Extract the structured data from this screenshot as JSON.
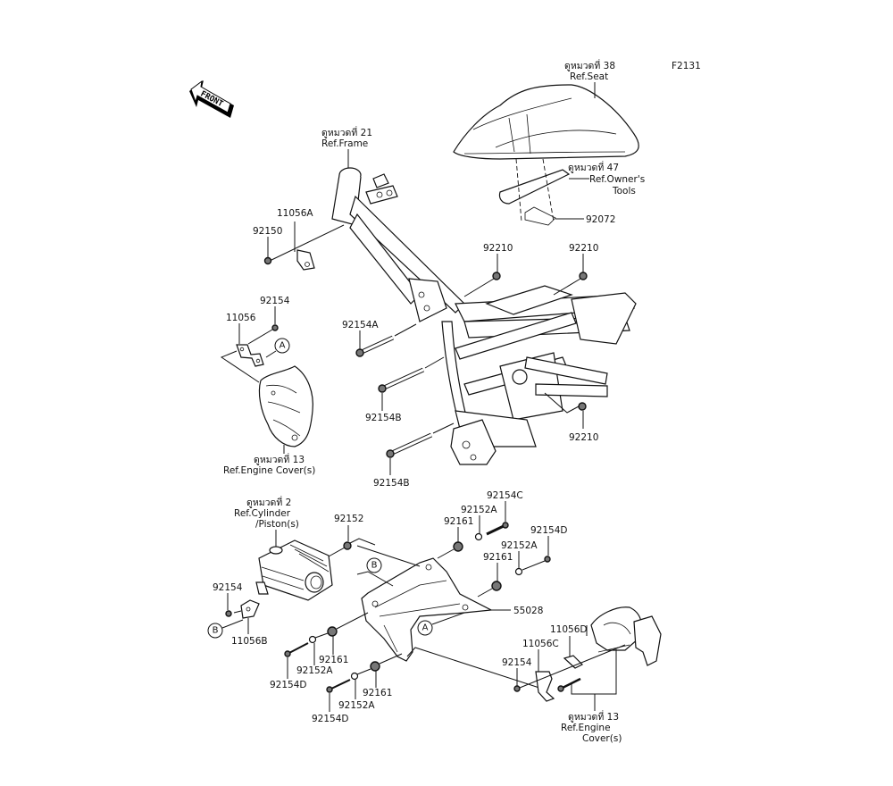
{
  "diagram": {
    "figure_code": "F2131",
    "front_arrow_label": "FRONT",
    "references": {
      "seat": {
        "thai": "ดูหมวดที่ 38",
        "ref": "Ref.Seat"
      },
      "frame": {
        "thai": "ดูหมวดที่ 21",
        "ref": "Ref.Frame"
      },
      "owners_tools": {
        "thai": "ดูหมวดที่ 47",
        "ref": "Ref.Owner's",
        "ref2": "Tools"
      },
      "engine_cover_left": {
        "thai": "ดูหมวดที่ 13",
        "ref": "Ref.Engine Cover(s)"
      },
      "cylinder": {
        "thai": "ดูหมวดที่ 2",
        "ref": "Ref.Cylinder",
        "ref2": "/Piston(s)"
      },
      "engine_cover_right": {
        "thai": "ดูหมวดที่ 13",
        "ref": "Ref.Engine",
        "ref2": "Cover(s)"
      }
    },
    "callouts": {
      "a": "A",
      "b": "B"
    },
    "parts": {
      "p92072": "92072",
      "p11056A": "11056A",
      "p92150": "92150",
      "p92210_a": "92210",
      "p92210_b": "92210",
      "p92210_c": "92210",
      "p92154_top": "92154",
      "p11056": "11056",
      "p92154A": "92154A",
      "p92154B_a": "92154B",
      "p92154B_b": "92154B",
      "p92152": "92152",
      "p92154C": "92154C",
      "p92152A_a": "92152A",
      "p92161_a": "92161",
      "p92154D_a": "92154D",
      "p92152A_b": "92152A",
      "p92161_b": "92161",
      "p55028": "55028",
      "p92154_mid": "92154",
      "p11056B": "11056B",
      "p11056D": "11056D",
      "p11056C": "11056C",
      "p92154_right": "92154",
      "p92161_c": "92161",
      "p92152A_c": "92152A",
      "p92154D_b": "92154D",
      "p92161_d": "92161",
      "p92152A_d": "92152A",
      "p92154D_c": "92154D"
    }
  }
}
